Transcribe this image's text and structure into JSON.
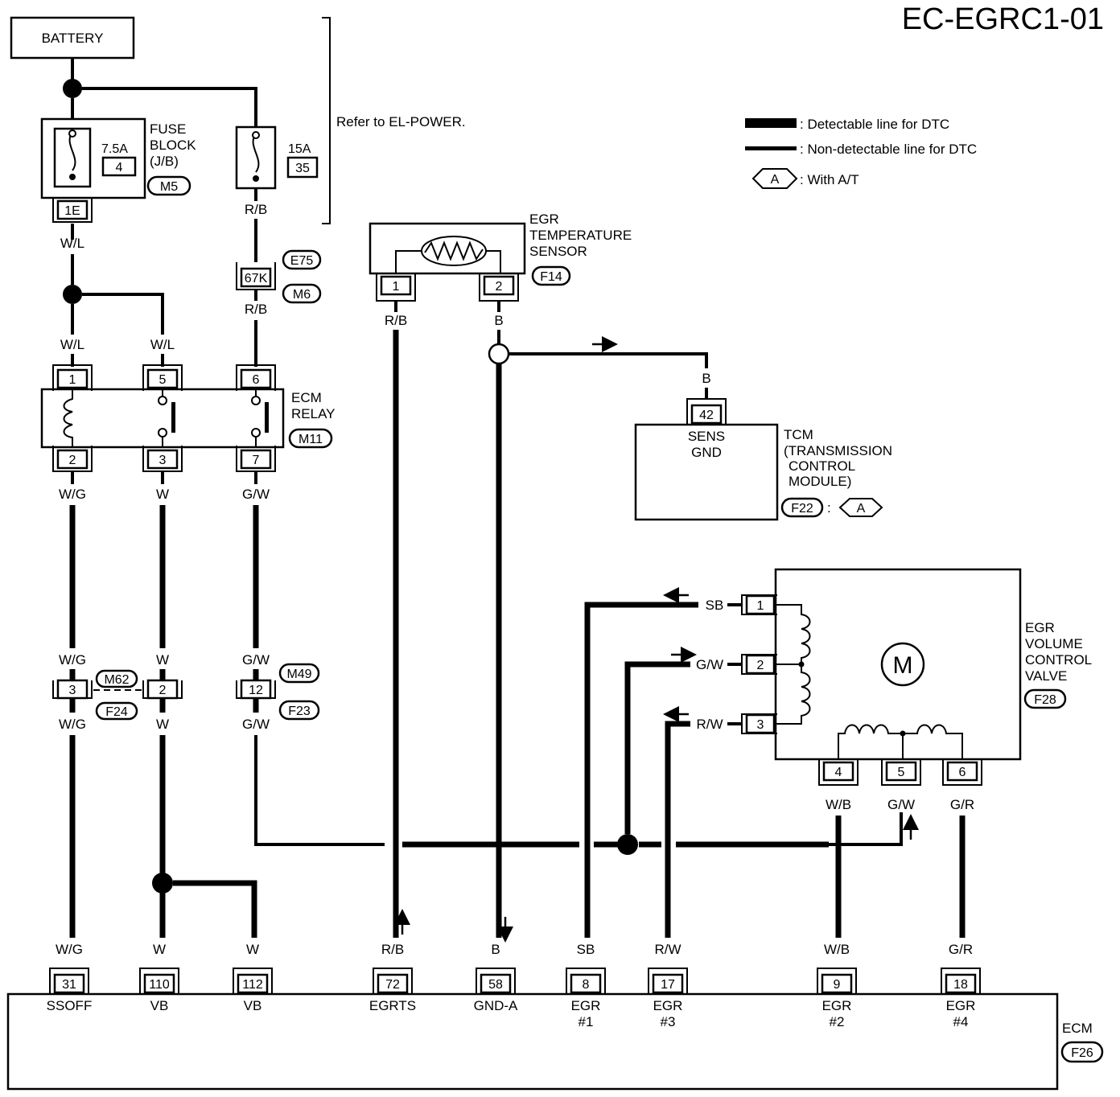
{
  "diagram_id": "EC-EGRC1-01",
  "battery": "BATTERY",
  "refer_note": "Refer to EL-POWER.",
  "legend": {
    "detectable": ": Detectable line for DTC",
    "non_detectable": ": Non-detectable line for DTC",
    "with_at_symbol": "A",
    "with_at": ": With A/T"
  },
  "fuse_block": {
    "label_line1": "FUSE",
    "label_line2": "BLOCK",
    "label_line3": "(J/B)",
    "connector": "M5",
    "fuse_rating": "7.5A",
    "fuse_number": "4",
    "pin": "1E"
  },
  "fuse2": {
    "rating": "15A",
    "number": "35"
  },
  "wires": {
    "w_l": "W/L",
    "r_b": "R/B",
    "b": "B",
    "w_g": "W/G",
    "w": "W",
    "g_w": "G/W",
    "sb": "SB",
    "r_w": "R/W",
    "w_b": "W/B",
    "g_r": "G/R"
  },
  "connectors": {
    "e75": "E75",
    "m6": "M6",
    "pin_67k": "67K",
    "m62": "M62",
    "f24": "F24",
    "m49": "M49",
    "f23": "F23"
  },
  "ecm_relay": {
    "label_line1": "ECM",
    "label_line2": "RELAY",
    "connector": "M11",
    "pins": [
      "1",
      "5",
      "6",
      "2",
      "3",
      "7"
    ]
  },
  "joint_pins": {
    "m62": "3",
    "f24": "2",
    "m49": "12"
  },
  "egr_temp_sensor": {
    "label_line1": "EGR",
    "label_line2": "TEMPERATURE",
    "label_line3": "SENSOR",
    "connector": "F14",
    "pins": [
      "1",
      "2"
    ]
  },
  "tcm": {
    "label_line1": "TCM",
    "label_line2": "(TRANSMISSION",
    "label_line3": "CONTROL",
    "label_line4": "MODULE)",
    "connector": "F22",
    "connector_suffix": ":",
    "with_at_symbol": "A",
    "pin": "42",
    "terminal_line1": "SENS",
    "terminal_line2": "GND"
  },
  "egr_valve": {
    "label_line1": "EGR",
    "label_line2": "VOLUME",
    "label_line3": "CONTROL",
    "label_line4": "VALVE",
    "connector": "F28",
    "motor": "M",
    "pins": [
      "1",
      "2",
      "3",
      "4",
      "5",
      "6"
    ]
  },
  "ecm": {
    "label": "ECM",
    "connector": "F26",
    "terminals": [
      {
        "pin": "31",
        "name": "SSOFF",
        "name2": ""
      },
      {
        "pin": "110",
        "name": "VB",
        "name2": ""
      },
      {
        "pin": "112",
        "name": "VB",
        "name2": ""
      },
      {
        "pin": "72",
        "name": "EGRTS",
        "name2": ""
      },
      {
        "pin": "58",
        "name": "GND-A",
        "name2": ""
      },
      {
        "pin": "8",
        "name": "EGR",
        "name2": "#1"
      },
      {
        "pin": "17",
        "name": "EGR",
        "name2": "#3"
      },
      {
        "pin": "9",
        "name": "EGR",
        "name2": "#2"
      },
      {
        "pin": "18",
        "name": "EGR",
        "name2": "#4"
      }
    ]
  }
}
